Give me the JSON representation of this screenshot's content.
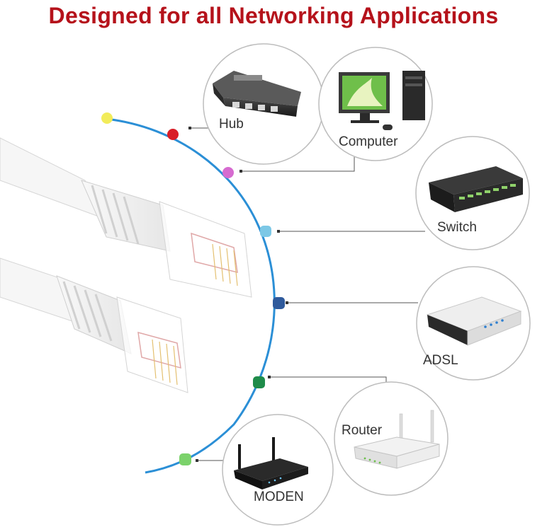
{
  "title": "Designed for all Networking Applications",
  "colors": {
    "title": "#b5121b",
    "arc": "#2b8fd6",
    "cable": "#f5f5f5",
    "circle_border": "#bbbbbb",
    "leader": "#555555"
  },
  "devices": [
    {
      "label": "Hub",
      "icon": "hub-icon",
      "dot_color": "#d81e28"
    },
    {
      "label": "Computer",
      "icon": "computer-icon",
      "dot_color": "#d66bd0"
    },
    {
      "label": "Switch",
      "icon": "switch-icon",
      "dot_color": "#7cc8e6"
    },
    {
      "label": "ADSL",
      "icon": "adsl-modem-icon",
      "dot_color": "#2f5a9c"
    },
    {
      "label": "Router",
      "icon": "router-icon",
      "dot_color": "#1f8c4a"
    },
    {
      "label": "MODEN",
      "icon": "modem-icon",
      "dot_color": "#7bd26b"
    }
  ],
  "arc_start_dot_color": "#f2ec5a",
  "cable_icon": "ethernet-cable-icon"
}
